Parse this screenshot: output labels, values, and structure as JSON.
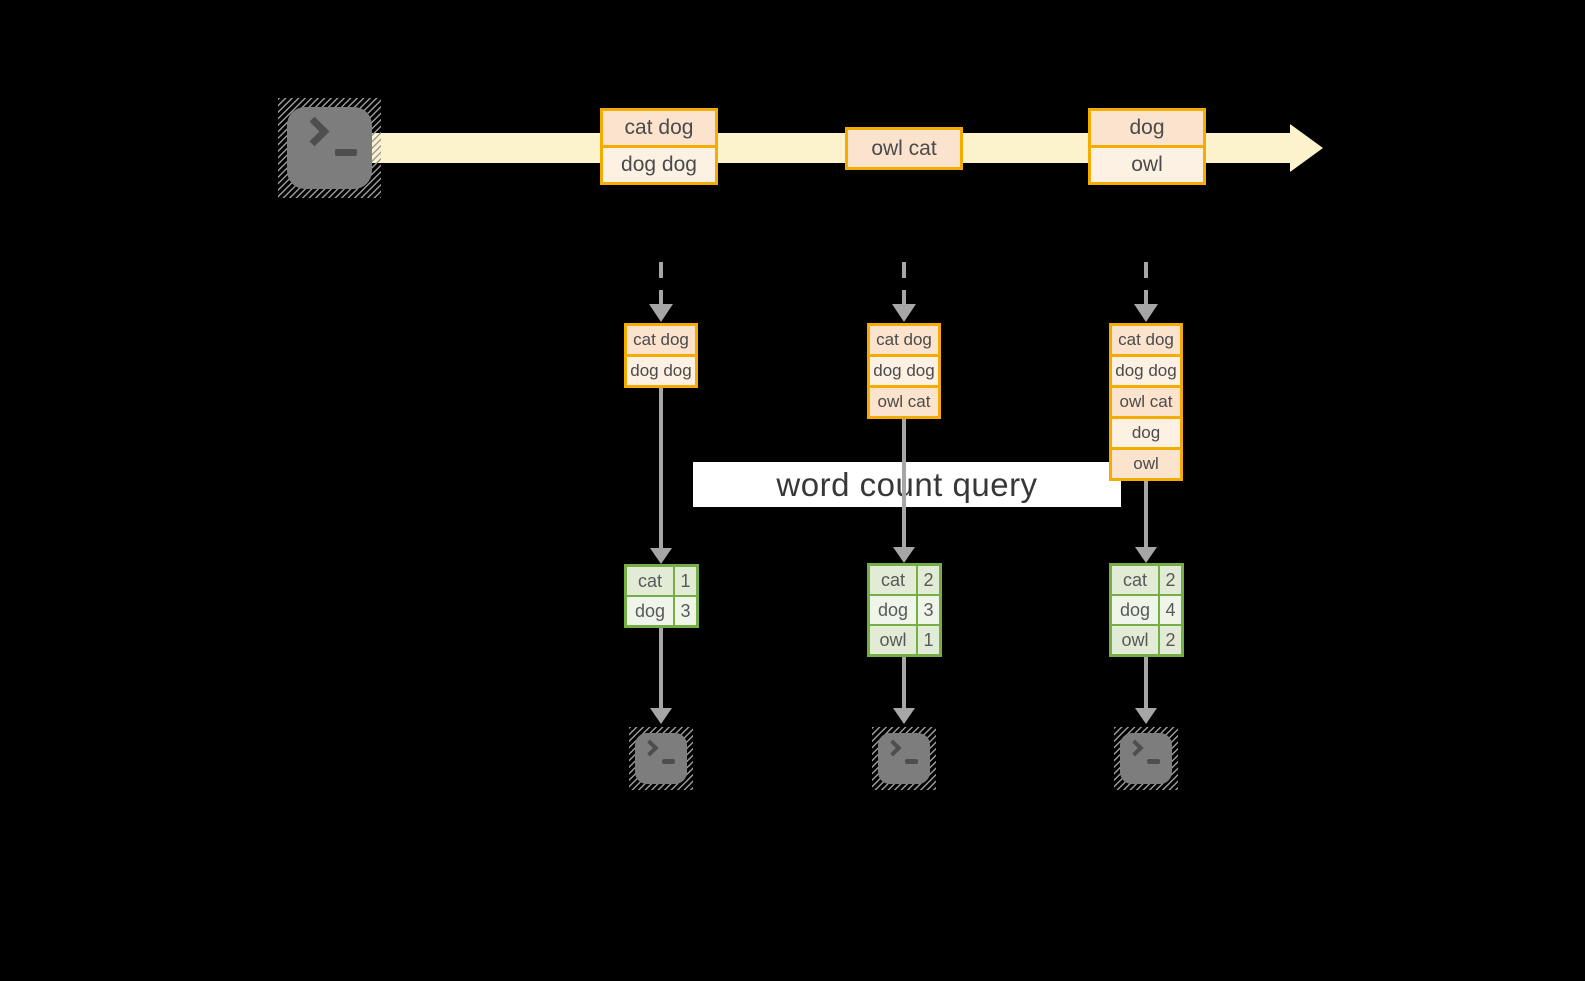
{
  "query_label": "word count query",
  "colors": {
    "canvas_bg": "#000000",
    "stream_band": "#FCF2CC",
    "box_border": "#F5AC00",
    "cell_peach": "#FBE3CD",
    "cell_cream": "#FDF1E4",
    "cell_text": "#4B4B4B",
    "table_border": "#74AE44",
    "row_green": "#E1EBD5",
    "row_light": "#F0F5EA",
    "table_text": "#595959",
    "arrow_gray": "#A6A6A6",
    "terminal_fill": "#7D7D7D",
    "terminal_glyph": "#4E4E4E",
    "query_band_bg": "#FFFFFF",
    "query_text": "#383838"
  },
  "stream": {
    "source_icon": "terminal",
    "records": [
      {
        "cells": [
          "cat dog",
          "dog dog"
        ]
      },
      {
        "cells": [
          "owl cat"
        ]
      },
      {
        "cells": [
          "dog",
          "owl"
        ]
      }
    ]
  },
  "columns": [
    {
      "buffer": [
        "cat dog",
        "dog dog"
      ],
      "counts": [
        [
          "cat",
          "1"
        ],
        [
          "dog",
          "3"
        ]
      ],
      "sink_icon": "terminal"
    },
    {
      "buffer": [
        "cat dog",
        "dog dog",
        "owl cat"
      ],
      "counts": [
        [
          "cat",
          "2"
        ],
        [
          "dog",
          "3"
        ],
        [
          "owl",
          "1"
        ]
      ],
      "sink_icon": "terminal"
    },
    {
      "buffer": [
        "cat dog",
        "dog dog",
        "owl cat",
        "dog",
        "owl"
      ],
      "counts": [
        [
          "cat",
          "2"
        ],
        [
          "dog",
          "4"
        ],
        [
          "owl",
          "2"
        ]
      ],
      "sink_icon": "terminal"
    }
  ]
}
